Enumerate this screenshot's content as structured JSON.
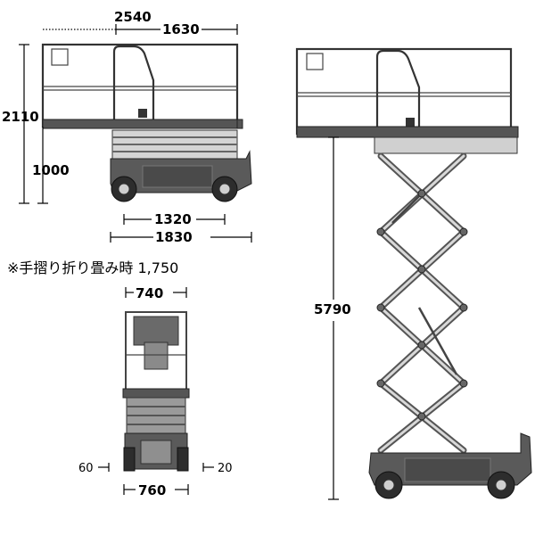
{
  "dimensions": {
    "platform_length_extended": "2540",
    "platform_length": "1630",
    "folded_height": "2110",
    "platform_floor_height": "1000",
    "wheelbase": "1320",
    "overall_length": "1830",
    "overall_width": "740",
    "track_width": "760",
    "left_offset": "60",
    "right_offset": "20",
    "max_height": "5790"
  },
  "note": "※手摺り折り畳み時 1,750",
  "colors": {
    "line": "#000000",
    "machine_dark": "#4a4a4a",
    "machine_light": "#d8d8d8"
  }
}
